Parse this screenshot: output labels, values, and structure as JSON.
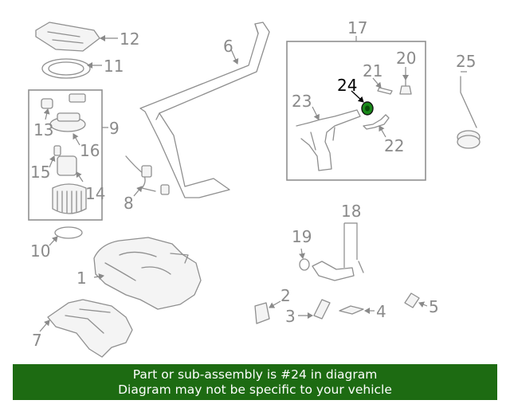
{
  "callouts": {
    "c1": "1",
    "c2": "2",
    "c3": "3",
    "c4": "4",
    "c5": "5",
    "c6": "6",
    "c7": "7",
    "c8": "8",
    "c9": "9",
    "c10": "10",
    "c11": "11",
    "c12": "12",
    "c13": "13",
    "c14": "14",
    "c15": "15",
    "c16": "16",
    "c17": "17",
    "c18": "18",
    "c19": "19",
    "c20": "20",
    "c21": "21",
    "c22": "22",
    "c23": "23",
    "c24": "24",
    "c25": "25"
  },
  "highlight_part": "24",
  "colors": {
    "banner": "#1d6b12",
    "highlight": "#1a8a1a",
    "lines": "#8f8f8f"
  },
  "banner": {
    "line1": "Part or sub-assembly is #24 in diagram",
    "line2": "Diagram may not be specific to your vehicle"
  }
}
